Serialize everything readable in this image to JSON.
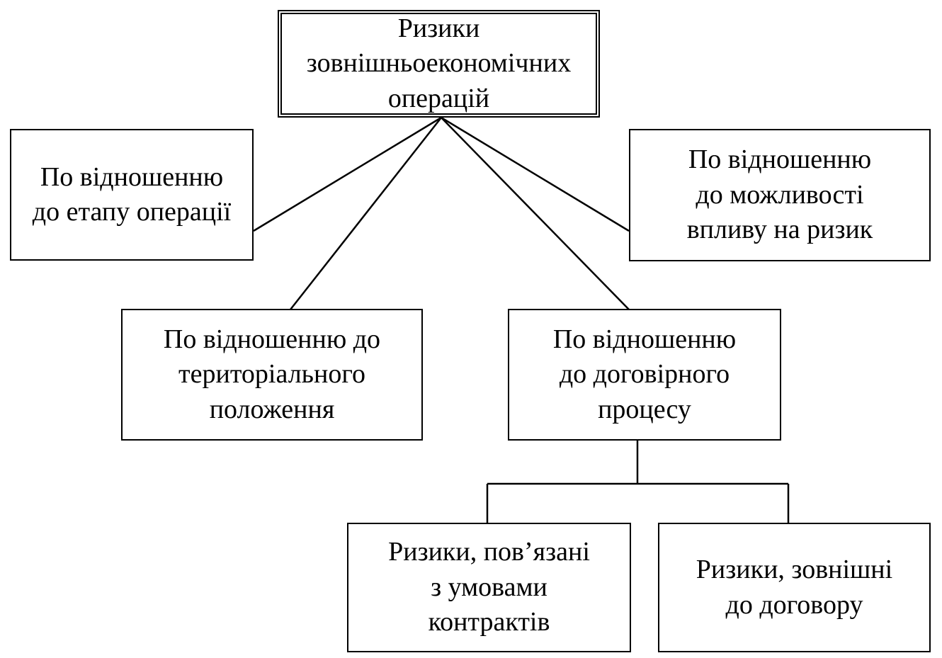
{
  "root": {
    "lines": [
      "Ризики",
      "зовнішньоекономічних",
      "операцій"
    ]
  },
  "nodes": {
    "stage": {
      "lines": [
        "По відношенню",
        "до етапу операції"
      ]
    },
    "influence": {
      "lines": [
        "По відношенню",
        "до можливості",
        "впливу на ризик"
      ]
    },
    "territory": {
      "lines": [
        "По відношенню до",
        "територіального",
        "положення"
      ]
    },
    "contract_process": {
      "lines": [
        "По відношенню",
        "до договірного",
        "процесу"
      ]
    },
    "contract_terms": {
      "lines": [
        "Ризики, пов’язані",
        "з умовами",
        "контрактів"
      ]
    },
    "external": {
      "lines": [
        "Ризики, зовнішні",
        "до договору"
      ]
    }
  }
}
